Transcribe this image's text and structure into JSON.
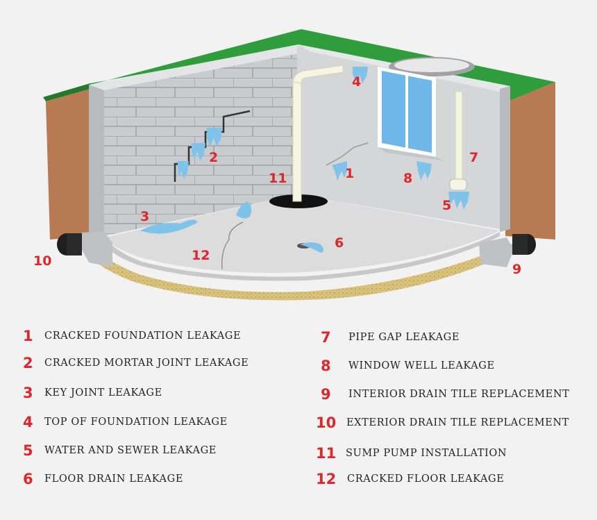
{
  "callouts": {
    "c1": "1",
    "c2": "2",
    "c3": "3",
    "c4": "4",
    "c5": "5",
    "c6": "6",
    "c7": "7",
    "c8": "8",
    "c9": "9",
    "c10": "10",
    "c11": "11",
    "c12": "12"
  },
  "legend": [
    {
      "num": "1",
      "label": "CRACKED FOUNDATION LEAKAGE"
    },
    {
      "num": "2",
      "label": "CRACKED MORTAR JOINT LEAKAGE"
    },
    {
      "num": "3",
      "label": "KEY JOINT LEAKAGE"
    },
    {
      "num": "4",
      "label": "TOP OF FOUNDATION LEAKAGE"
    },
    {
      "num": "5",
      "label": "WATER AND SEWER LEAKAGE"
    },
    {
      "num": "6",
      "label": "FLOOR DRAIN LEAKAGE"
    },
    {
      "num": "7",
      "label": "PIPE GAP LEAKAGE"
    },
    {
      "num": "8",
      "label": "WINDOW WELL LEAKAGE"
    },
    {
      "num": "9",
      "label": "INTERIOR DRAIN TILE REPLACEMENT"
    },
    {
      "num": "10",
      "label": "EXTERIOR DRAIN TILE REPLACEMENT"
    },
    {
      "num": "11",
      "label": "SUMP PUMP INSTALLATION"
    },
    {
      "num": "12",
      "label": "CRACKED FLOOR LEAKAGE"
    }
  ],
  "colors": {
    "grass": "#2f9d3c",
    "soil": "#b87a53",
    "gravel": "#d8c27a",
    "wall": "#cfd2d4",
    "floor": "#dcdcdc",
    "water": "#7fc3ea",
    "callout": "#e0262b"
  }
}
